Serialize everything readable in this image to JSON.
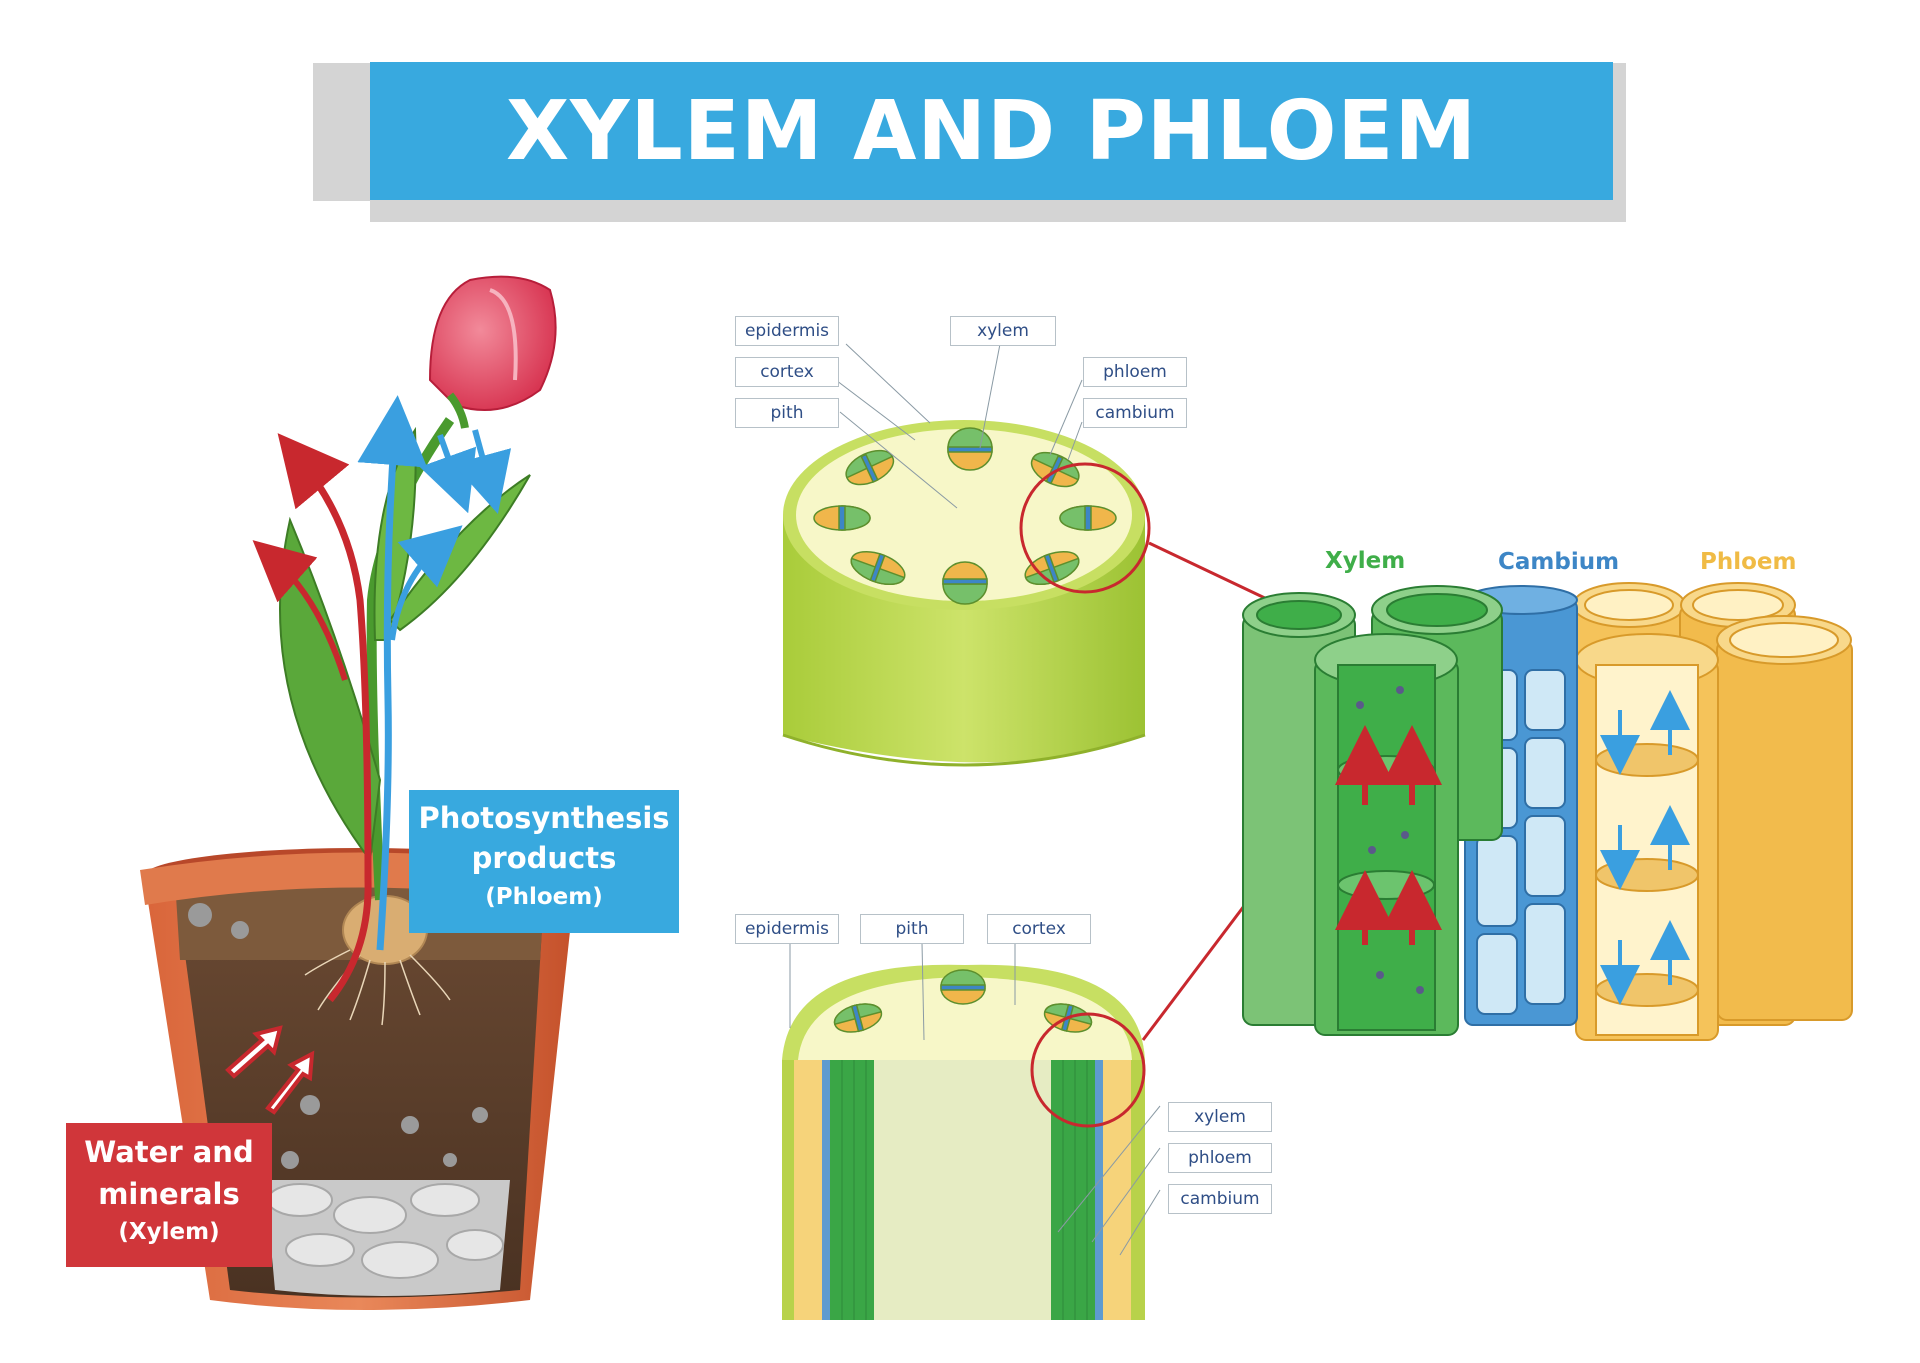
{
  "title": "XYLEM AND PHLOEM",
  "plant_labels": {
    "phloem_line1": "Photosynthesis",
    "phloem_line2": "products",
    "phloem_line3": "(Phloem)",
    "xylem_line1": "Water and",
    "xylem_line2": "minerals",
    "xylem_line3": "(Xylem)"
  },
  "cross_section_labels": {
    "epidermis": "epidermis",
    "cortex": "cortex",
    "pith": "pith",
    "xylem": "xylem",
    "phloem": "phloem",
    "cambium": "cambium"
  },
  "long_section_labels": {
    "epidermis": "epidermis",
    "pith": "pith",
    "cortex": "cortex",
    "xylem": "xylem",
    "phloem": "phloem",
    "cambium": "cambium"
  },
  "tissue_headers": {
    "xylem": "Xylem",
    "cambium": "Cambium",
    "phloem": "Phloem"
  },
  "colors": {
    "title_bar": "#38a9df",
    "phloem_arrow": "#3a9fe0",
    "xylem_arrow": "#c8282e",
    "xylem_tissue": "#3fae49",
    "cambium_tissue": "#3d86c6",
    "phloem_tissue": "#f0bb45"
  }
}
